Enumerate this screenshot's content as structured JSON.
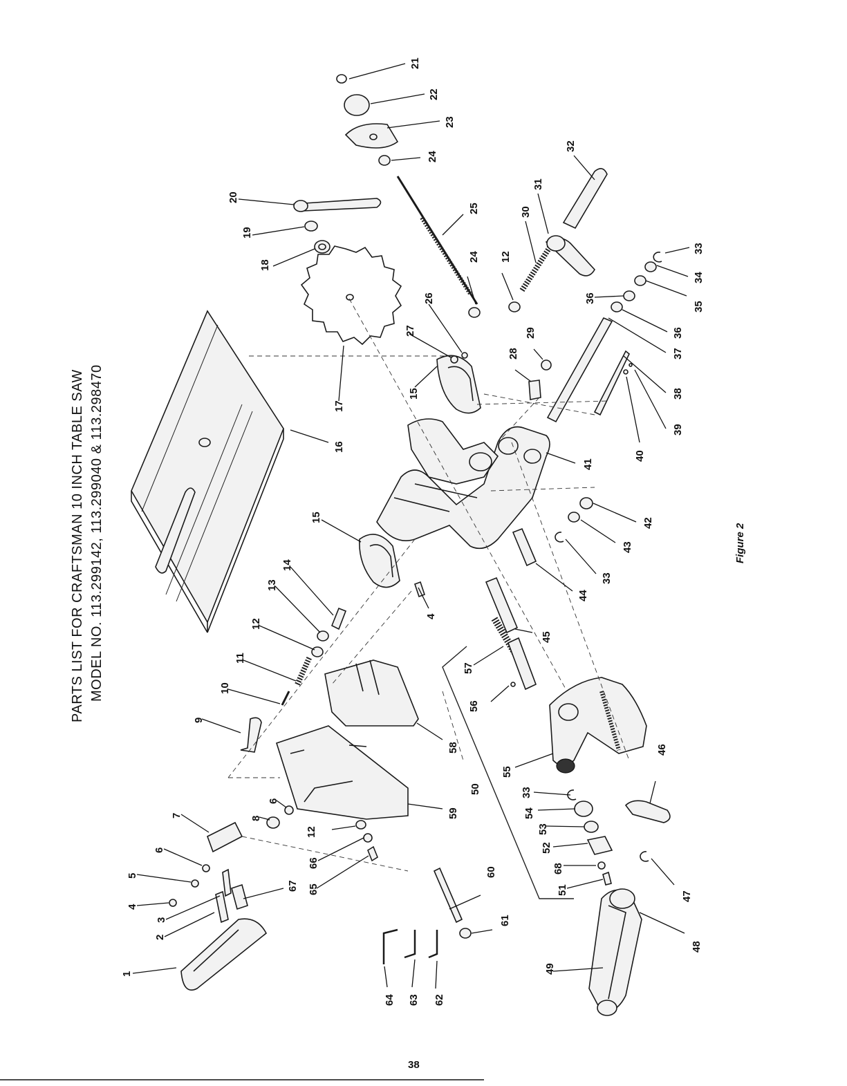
{
  "header": {
    "title_line1": "PARTS LIST FOR CRAFTSMAN 10 INCH TABLE SAW",
    "title_line2": "MODEL NO. 113.299142, 113.299040 & 113.298470"
  },
  "figure_label": "Figure 2",
  "page_number": "38",
  "callouts": {
    "c1": "1",
    "c2": "2",
    "c3": "3",
    "c4a": "4",
    "c5": "5",
    "c6a": "6",
    "c7": "7",
    "c8": "8",
    "c6b": "6",
    "c9": "9",
    "c10": "10",
    "c11": "11",
    "c12a": "12",
    "c13": "13",
    "c14": "14",
    "c15a": "15",
    "c4b": "4",
    "c16": "16",
    "c17": "17",
    "c15b": "15",
    "c27": "27",
    "c26": "26",
    "c18": "18",
    "c19": "19",
    "c20": "20",
    "c21": "21",
    "c22": "22",
    "c23": "23",
    "c24a": "24",
    "c25": "25",
    "c24b": "24",
    "c12b": "12",
    "c30": "30",
    "c31": "31",
    "c32": "32",
    "c28": "28",
    "c29": "29",
    "c33a": "33",
    "c34": "34",
    "c35": "35",
    "c36a": "36",
    "c36b": "36",
    "c37": "37",
    "c38": "38",
    "c39": "39",
    "c40": "40",
    "c41": "41",
    "c42": "42",
    "c43": "43",
    "c33b": "33",
    "c44": "44",
    "c45": "45",
    "c57": "57",
    "c56": "56",
    "c58": "58",
    "c55": "55",
    "c50": "50",
    "c59": "59",
    "c33c": "33",
    "c54": "54",
    "c53": "53",
    "c52": "52",
    "c12c": "12",
    "c66": "66",
    "c65": "65",
    "c68": "68",
    "c51": "51",
    "c46": "46",
    "c47": "47",
    "c48": "48",
    "c49": "49",
    "c60": "60",
    "c61": "61",
    "c62": "62",
    "c63": "63",
    "c64": "64",
    "c67": "67"
  }
}
